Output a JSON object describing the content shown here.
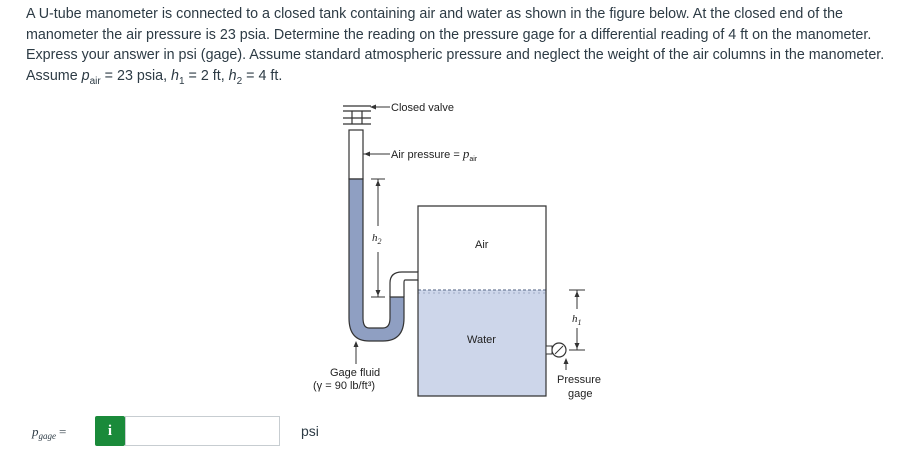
{
  "problem": {
    "text_before_p": "A U-tube manometer is connected to a closed tank containing air and water as shown in the figure below. At the closed end of the manometer the air pressure is 23 psia. Determine the reading on the pressure gage for a differential reading of 4 ft on the manometer. Express your answer in psi (gage). Assume standard atmospheric pressure and neglect the weight of the air columns in the manometer. Assume ",
    "p_symbol": "p",
    "p_sub": "air",
    "p_value": " = 23 psia, ",
    "h1_symbol": "h",
    "h1_sub": "1",
    "h1_value": " = 2 ft, ",
    "h2_symbol": "h",
    "h2_sub": "2",
    "h2_value": " = 4 ft."
  },
  "figure": {
    "closed_valve_label": "Closed valve",
    "air_pressure_label": "Air pressure = ",
    "air_pressure_symbol": "p",
    "air_pressure_sub": "air",
    "h2_label": "h",
    "h2_sub": "2",
    "tank_air_label": "Air",
    "tank_water_label": "Water",
    "h1_label": "h",
    "h1_sub": "1",
    "gage_fluid_line1": "Gage fluid",
    "gage_fluid_line2": "(γ = 90 lb/ft³)",
    "pressure_gage_line1": "Pressure",
    "pressure_gage_line2": "gage",
    "colors": {
      "gage_fluid": "#8f9fc2",
      "water": "#cdd6ea",
      "outline": "#333333"
    }
  },
  "answer": {
    "label_main": "p",
    "label_sub": "gage",
    "label_eq": "=",
    "info_icon": "i",
    "input_value": "",
    "unit": "psi"
  }
}
